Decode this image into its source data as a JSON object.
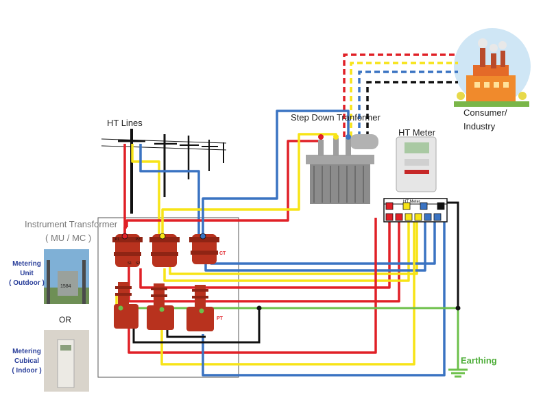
{
  "labels": {
    "ht_lines": "HT Lines",
    "step_down": "Step Down Tranformer",
    "ht_meter": "HT Meter",
    "ht_meter_plate": "HT Meter",
    "consumer_line1": "Consumer/",
    "consumer_line2": "Industry",
    "instrument_transformer": "Instrument Transformer",
    "mu_mc": "( MU / MC )",
    "metering_unit_1": "Metering",
    "metering_unit_2": "Unit",
    "metering_unit_3": "( Outdoor )",
    "or": "OR",
    "metering_cubical_1": "Metering",
    "metering_cubical_2": "Cubical",
    "metering_cubical_3": "( Indoor )",
    "earthing": "Earthing",
    "ct": "CT",
    "pt": "PT",
    "p1": "P1",
    "p2": "P2",
    "s1": "S1",
    "s2": "S2",
    "unit_plate": "1584"
  },
  "colors": {
    "red": "#e02027",
    "yellow": "#f7e417",
    "blue": "#3a73c2",
    "black": "#111111",
    "green": "#6cc04a",
    "transformer_body": "#b8321e",
    "label_blue": "#2a3f9a"
  }
}
